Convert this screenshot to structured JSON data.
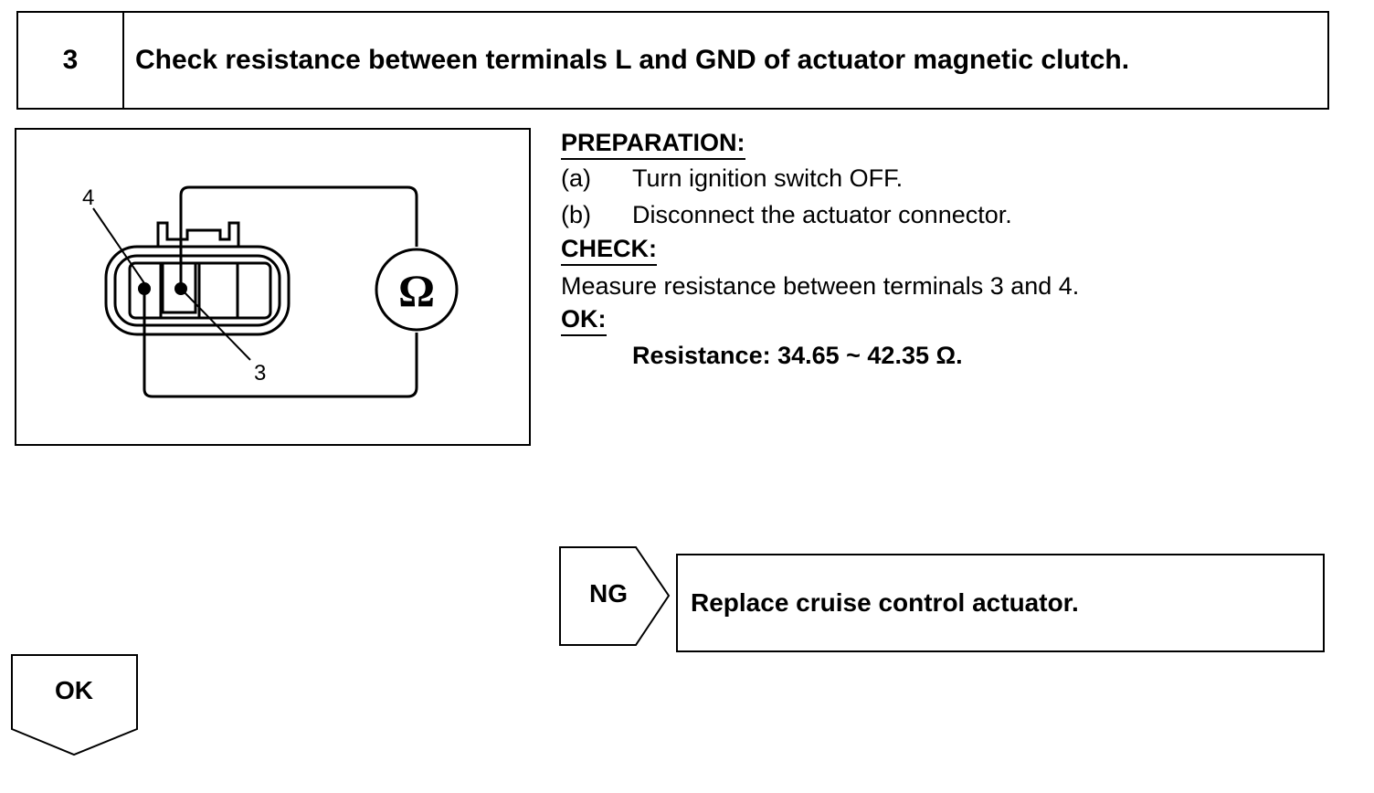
{
  "step": {
    "number": "3",
    "title": "Check resistance between terminals L and GND of actuator magnetic clutch."
  },
  "diagram": {
    "terminal_label_a": "4",
    "terminal_label_b": "3",
    "meter_symbol": "Ω",
    "meter_icon": "ohmmeter-icon",
    "connector_icon": "connector-icon"
  },
  "preparation": {
    "heading": "PREPARATION:",
    "steps": [
      {
        "marker": "(a)",
        "text": "Turn ignition switch OFF."
      },
      {
        "marker": "(b)",
        "text": "Disconnect the actuator connector."
      }
    ]
  },
  "check": {
    "heading": "CHECK:",
    "text": "Measure resistance between terminals 3 and 4."
  },
  "ok_spec": {
    "heading": "OK:",
    "text": "Resistance: 34.65 ~ 42.35 Ω."
  },
  "ng_branch": {
    "label": "NG",
    "action": "Replace cruise control actuator."
  },
  "ok_branch": {
    "label": "OK"
  }
}
